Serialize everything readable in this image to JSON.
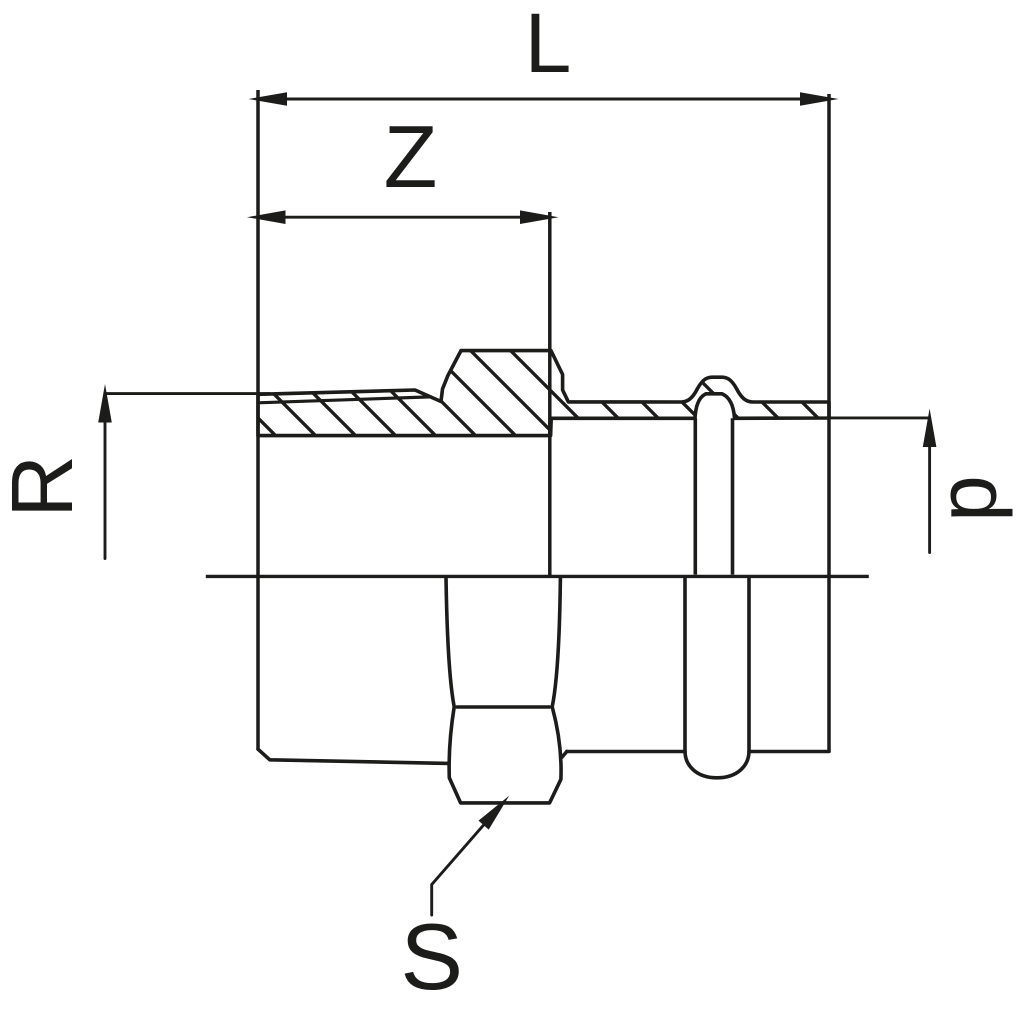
{
  "figure": {
    "type": "technical-line-drawing",
    "description": "Dimensioned cross-section drawing of a press fitting adapter with male taper thread, hexagon and press end with O-ring bead",
    "background_color": "#ffffff",
    "line_color": "#1c1c1a"
  },
  "labels": {
    "overall_length": "L",
    "engagement_length": "Z",
    "thread_size": "R",
    "press_end_diameter": "d",
    "spanner_size": "S"
  }
}
